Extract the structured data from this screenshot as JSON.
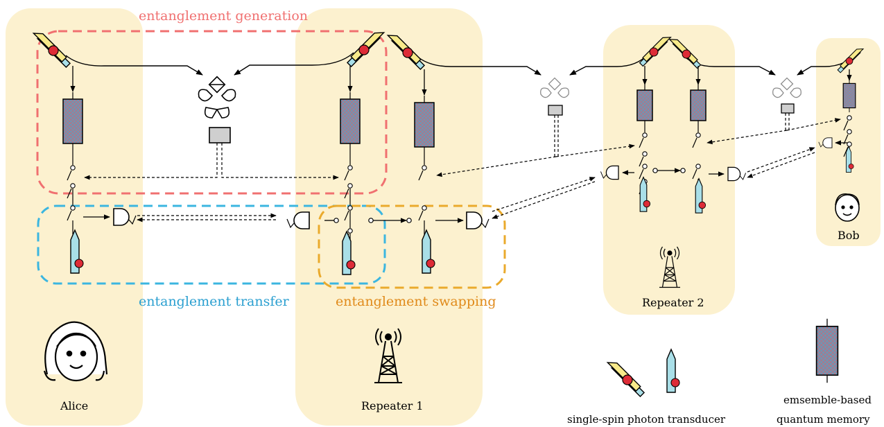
{
  "labels": {
    "entanglement_generation": "entanglement generation",
    "entanglement_transfer": "entanglement transfer",
    "entanglement_swapping": "entanglement swapping",
    "alice": "Alice",
    "bob": "Bob",
    "repeater_1": "Repeater 1",
    "repeater_2": "Repeater 2",
    "legend_transducer": "single-spin photon transducer",
    "legend_memory_line1": "emsemble-based",
    "legend_memory_line2": "quantum memory"
  },
  "colors": {
    "node_fill": "#fcf1cf",
    "generation": "#f07070",
    "transfer": "#3bb6e0",
    "swapping": "#eaaa2c",
    "transducer_yellow": "#f8ea8a",
    "transducer_blue": "#a9dfe8",
    "spin_red": "#dd2c37",
    "memory_fill": "#6b98b6",
    "detector_fill": "#cfcfcf"
  },
  "icons": {
    "alice": "girl-face-icon",
    "bob": "boy-face-icon",
    "repeater": "radio-tower-icon"
  }
}
